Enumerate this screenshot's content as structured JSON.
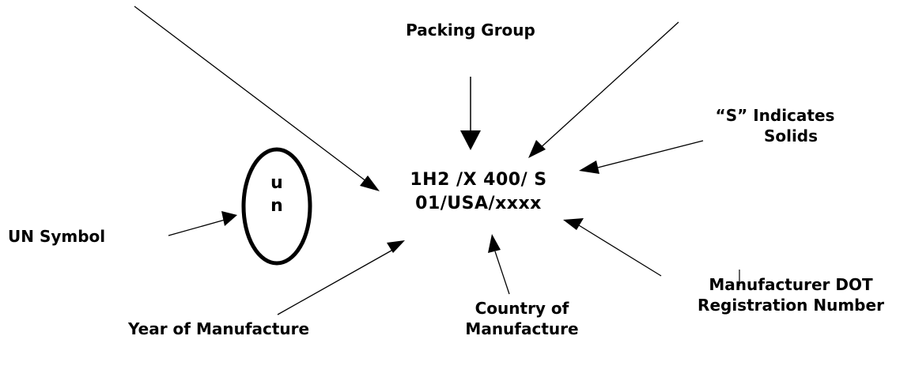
{
  "labels": {
    "packing_group": "Packing Group",
    "solids": [
      "“S” Indicates",
      "Solids"
    ],
    "un_symbol": "UN Symbol",
    "year": "Year of Manufacture",
    "country": [
      "Country of",
      "Manufacture"
    ],
    "registration": [
      "Manufacturer DOT",
      "Registration Number"
    ]
  },
  "code": {
    "line1": "1H2 /X 400/ S",
    "line2": "01/USA/xxxx"
  },
  "un_symbol_letters": [
    "u",
    "n"
  ],
  "colors": {
    "ink": "#000000",
    "background": "#ffffff"
  }
}
